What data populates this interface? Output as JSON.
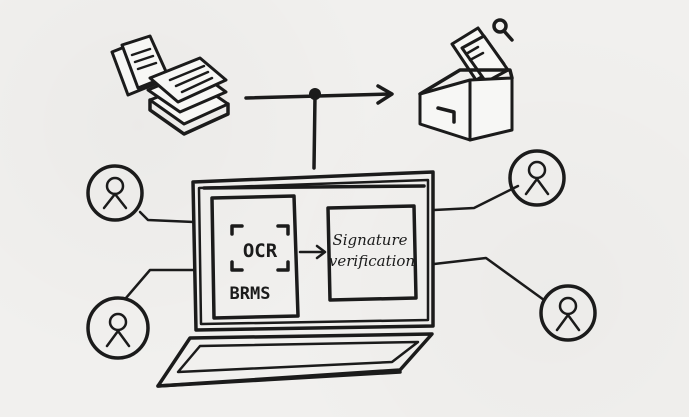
{
  "screen": {
    "left_module": {
      "line1": "OCR",
      "line2": "BRMS"
    },
    "right_module": {
      "line1": "Signature",
      "line2": "verification"
    }
  },
  "icons": {
    "documents": "document-stack-icon",
    "archive": "archive-box-search-icon",
    "users": [
      "user-icon",
      "user-icon",
      "user-icon",
      "user-icon"
    ]
  },
  "colors": {
    "ink": "#1b1b1b",
    "paper": "#f1f0ee"
  }
}
